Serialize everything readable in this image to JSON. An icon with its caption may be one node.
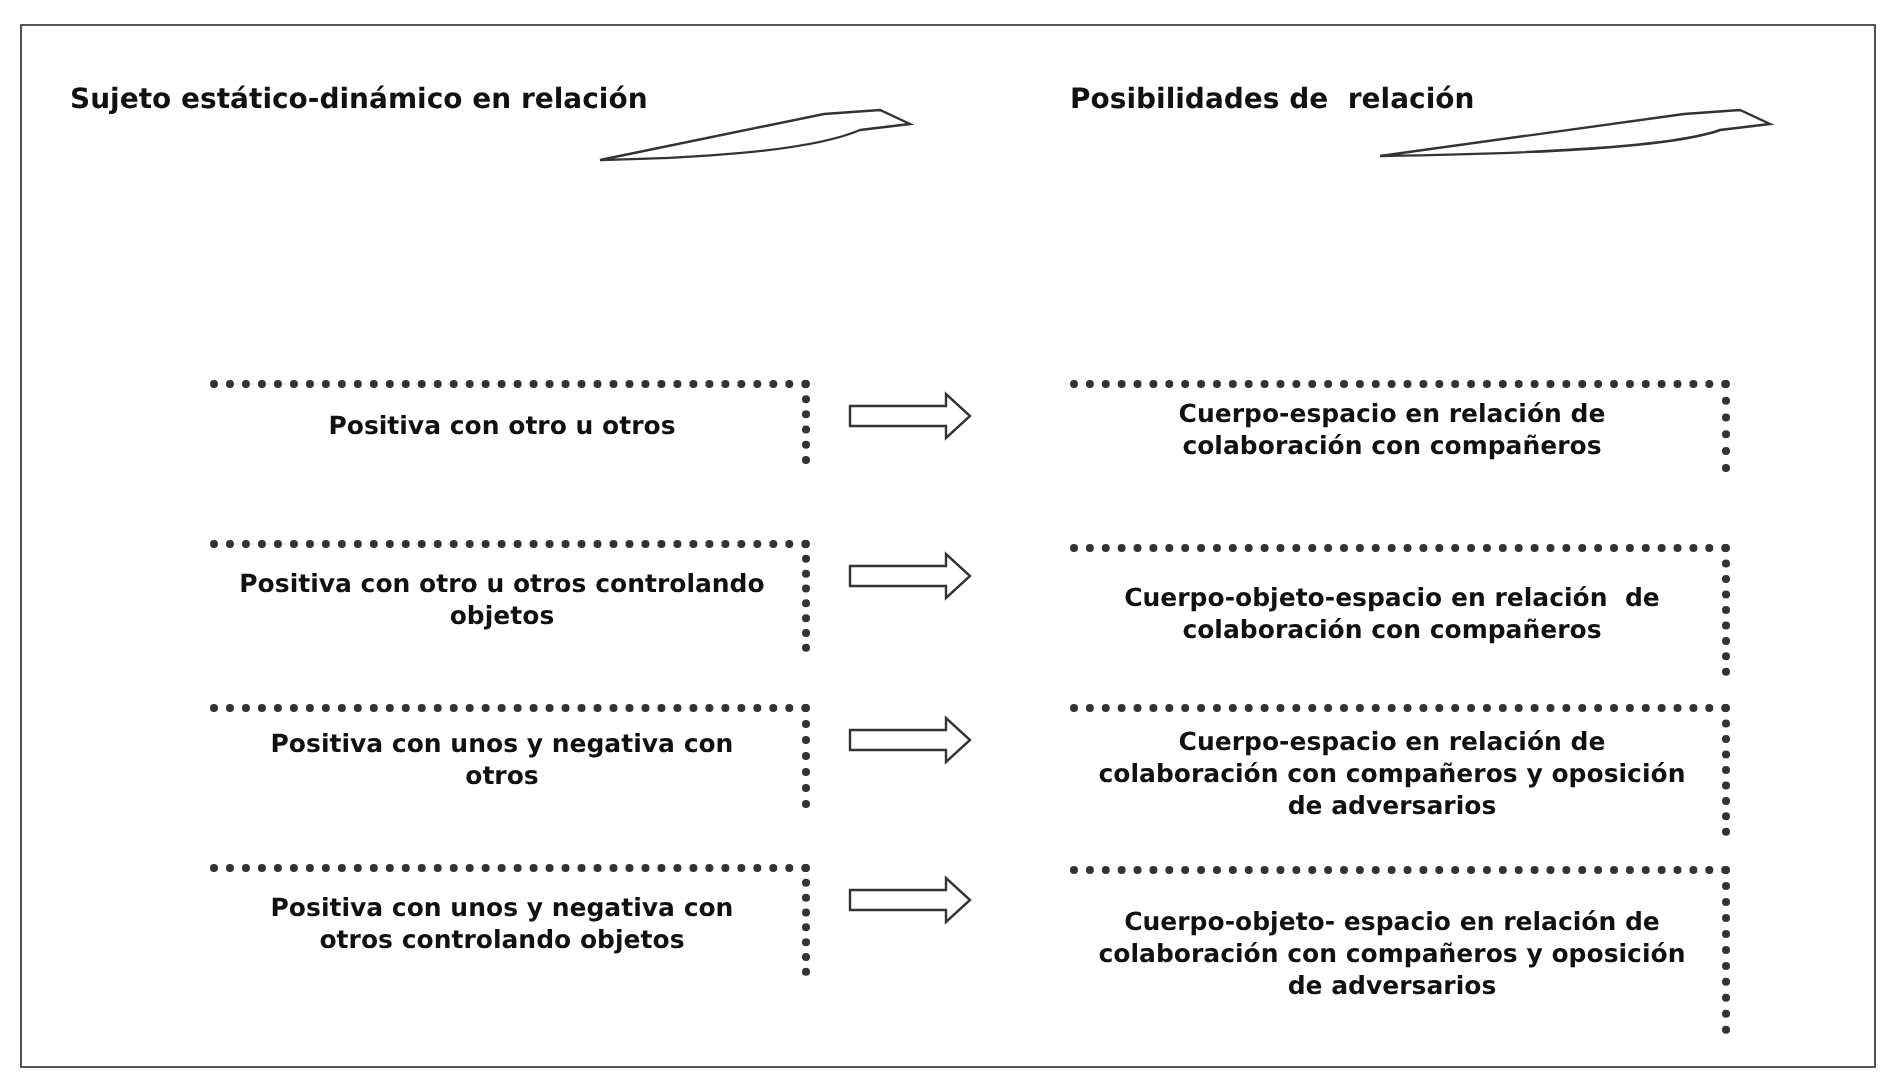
{
  "diagram": {
    "nodes": [
      {
        "text": [
          "Positiva con otro u otros"
        ]
      },
      {
        "text": [
          "Cuerpo-espacio en relación de colaboración con compañeros"
        ]
      },
      {
        "text": [
          "Positiva con otro u otros controlando objetos"
        ]
      },
      {
        "text": [
          "Cuerpo-objeto-espacio en relación  de colaboración con compañeros"
        ]
      },
      {
        "text": [
          "Positiva con unos y negativa con otros"
        ]
      },
      {
        "text": [
          "Cuerpo-espacio en relación de colaboración con compañeros y oposición de adversarios"
        ]
      },
      {
        "text": [
          "Positiva con unos y negativa con otros controlando objetos"
        ]
      },
      {
        "text": [
          "Cuerpo-objeto- espacio en relación de colaboración con compañeros y oposición de adversarios"
        ]
      }
    ],
    "edges": [
      {
        "from": 0,
        "to": 1,
        "arrow": "to"
      },
      {
        "from": 2,
        "to": 3,
        "arrow": "to"
      },
      {
        "from": 4,
        "to": 5,
        "arrow": "to"
      },
      {
        "from": 6,
        "to": 7,
        "arrow": "to"
      }
    ],
    "labels": [
      "Sujeto estático-dinámico en relación",
      "Posibilidades de  relación"
    ]
  }
}
